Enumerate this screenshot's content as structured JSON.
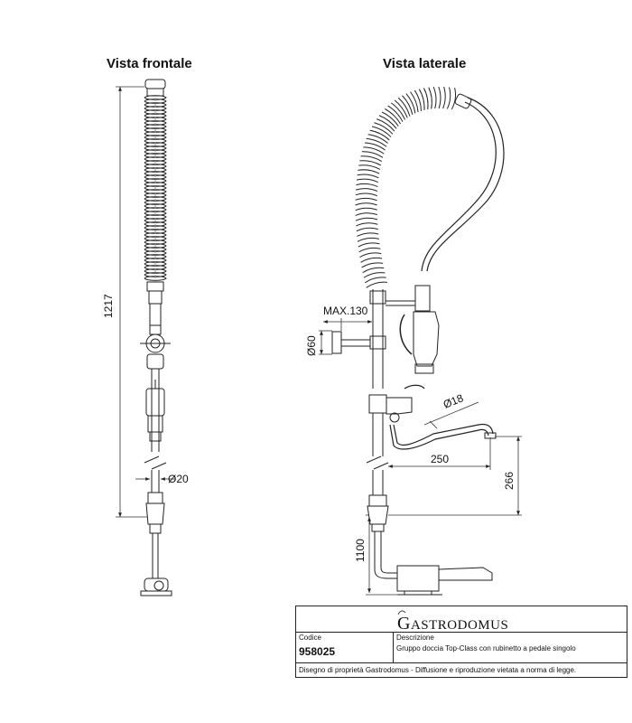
{
  "views": {
    "front_title": "Vista frontale",
    "side_title": "Vista laterale"
  },
  "dimensions": {
    "total_height": "1217",
    "hose_diameter": "Ø20",
    "max_wall_distance": "MAX.130",
    "flange_diameter": "Ø60",
    "spout_diameter": "Ø18",
    "spout_reach": "250",
    "spout_height": "266",
    "pedal_height": "1100"
  },
  "title_block": {
    "logo_initial": "G",
    "logo_rest": "ASTRODOMUS",
    "code_label": "Codice",
    "code_value": "958025",
    "description_label": "Descrizione",
    "description_value": "Gruppo doccia Top-Class con rubinetto a pedale singolo",
    "footer": "Disegno di proprietà Gastrodomus - Diffusione e riproduzione vietata a norma di legge."
  },
  "colors": {
    "line": "#222222",
    "dim_line": "#333333"
  }
}
